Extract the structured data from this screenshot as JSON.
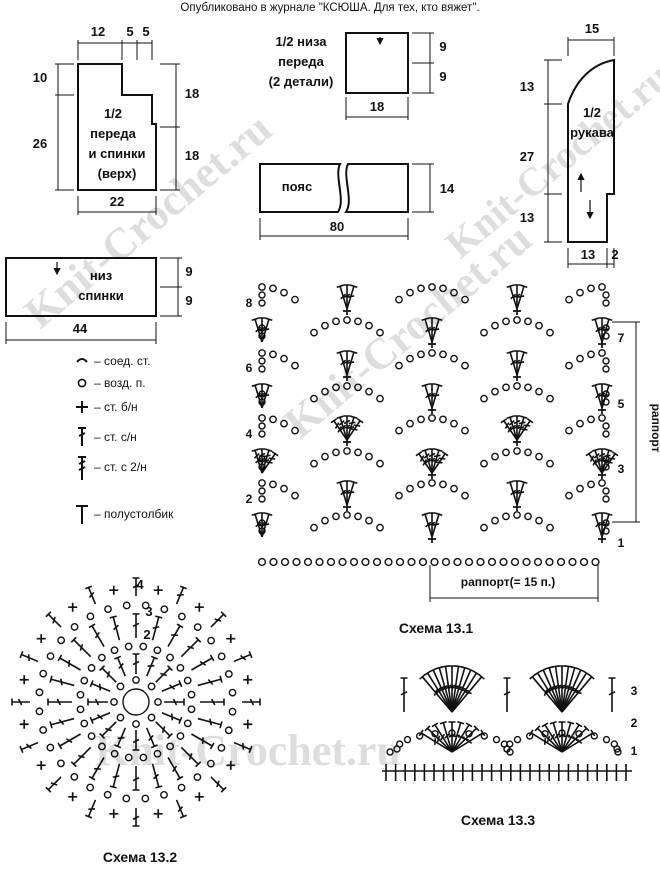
{
  "header": {
    "publication": "Опубликовано в журнале \"КСЮША. Для тех, кто вяжет\"."
  },
  "watermark": "Knit-Crochet.ru",
  "pattern_top_back": {
    "label": [
      "1/2",
      "переда",
      "и спинки",
      "(верх)"
    ],
    "top_dims": [
      "12",
      "5",
      "5"
    ],
    "left_dims": [
      "10",
      "26"
    ],
    "right_dims": [
      "18",
      "18"
    ],
    "bottom_dim": "22"
  },
  "pattern_lower_front": {
    "label": [
      "1/2 низа",
      "переда",
      "(2 детали)"
    ],
    "right_dims": [
      "9",
      "9"
    ],
    "bottom_dim": "18"
  },
  "pattern_belt": {
    "label": "пояс",
    "right_dim": "14",
    "bottom_dim": "80"
  },
  "pattern_sleeve": {
    "label": [
      "1/2",
      "рукава"
    ],
    "top_dim": "15",
    "left_dims": [
      "13",
      "27",
      "13"
    ],
    "bottom_dims": [
      "13",
      "2"
    ]
  },
  "pattern_lower_back": {
    "label": [
      "низ",
      "спинки"
    ],
    "right_dims": [
      "9",
      "9"
    ],
    "bottom_dim": "44"
  },
  "legend": [
    {
      "symbol": "slip-stitch",
      "text": "– соед. ст."
    },
    {
      "symbol": "chain",
      "text": "– возд. п."
    },
    {
      "symbol": "single-crochet",
      "text": "– ст. б/н"
    },
    {
      "symbol": "double-crochet",
      "text": "– ст. с/н"
    },
    {
      "symbol": "treble-crochet",
      "text": "– ст. с 2/н"
    },
    {
      "symbol": "half-double",
      "text": "– полустолбик"
    }
  ],
  "scheme_13_1": {
    "title": "Схема 13.1",
    "left_rows": [
      "8",
      "6",
      "4",
      "2"
    ],
    "right_rows": [
      "7",
      "5",
      "3",
      "1"
    ],
    "repeat_vertical": "раппорт",
    "repeat_horizontal": "раппорт(= 15 п.)"
  },
  "scheme_13_2": {
    "title": "Схема 13.2",
    "rounds": [
      "4",
      "3",
      "2"
    ]
  },
  "scheme_13_3": {
    "title": "Схема 13.3",
    "rows": [
      "3",
      "2",
      "1"
    ]
  }
}
